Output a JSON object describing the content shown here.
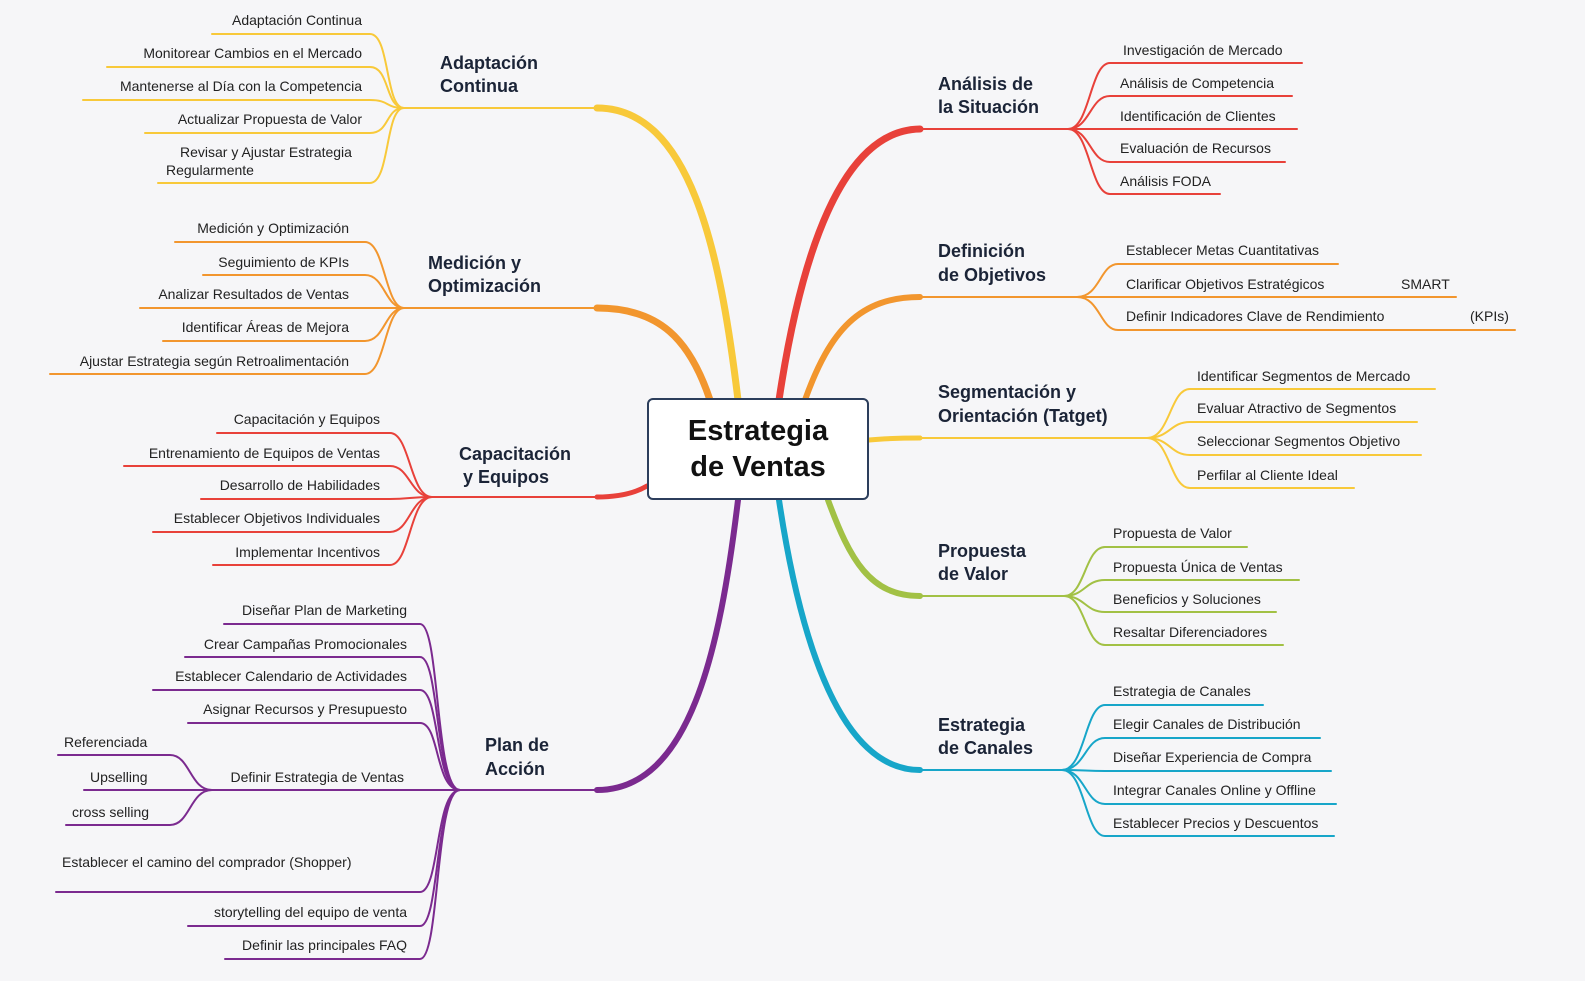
{
  "center": {
    "line1": "Estrategia",
    "line2": "de Ventas"
  },
  "colors": {
    "analisis": "#e8413a",
    "objetivos": "#f2962e",
    "segmentacion": "#f8c93a",
    "propuesta": "#a2c145",
    "canales": "#17a6c9",
    "plan": "#7b2a8f",
    "capacitacion": "#e8413a",
    "medicion": "#f2962e",
    "adaptacion": "#f8c93a"
  },
  "branches": {
    "analisis": {
      "title1": "Análisis de",
      "title2": "la Situación",
      "items": [
        "Investigación de Mercado",
        "Análisis de Competencia",
        "Identificación de Clientes",
        "Evaluación de Recursos",
        "Análisis FODA"
      ]
    },
    "objetivos": {
      "title1": "Definición",
      "title2": "de Objetivos",
      "items": [
        "Establecer Metas Cuantitativas",
        "Clarificar Objetivos Estratégicos",
        "Definir Indicadores Clave de Rendimiento"
      ],
      "sub": [
        "SMART",
        "(KPIs)"
      ]
    },
    "segmentacion": {
      "title1": "Segmentación y",
      "title2": "Orientación (Tatget)",
      "items": [
        "Identificar Segmentos de Mercado",
        "Evaluar Atractivo de Segmentos",
        "Seleccionar Segmentos Objetivo",
        "Perfilar al Cliente Ideal"
      ]
    },
    "propuesta": {
      "title1": "Propuesta",
      "title2": "de Valor",
      "items": [
        "Propuesta de Valor",
        "Propuesta Única de Ventas",
        "Beneficios y Soluciones",
        "Resaltar Diferenciadores"
      ]
    },
    "canales": {
      "title1": "Estrategia",
      "title2": "de Canales",
      "items": [
        "Estrategia de Canales",
        "Elegir Canales de Distribución",
        "Diseñar Experiencia de Compra",
        "Integrar Canales Online y Offline",
        "Establecer Precios y Descuentos"
      ]
    },
    "adaptacion": {
      "title1": "Adaptación",
      "title2": "Continua",
      "items": [
        "Adaptación Continua",
        "Monitorear Cambios en el Mercado",
        "Mantenerse al Día con la Competencia",
        "Actualizar Propuesta de Valor",
        "Revisar y Ajustar Estrategia",
        "Regularmente"
      ]
    },
    "medicion": {
      "title1": "Medición y",
      "title2": "Optimización",
      "items": [
        "Medición y Optimización",
        "Seguimiento de KPIs",
        "Analizar Resultados de Ventas",
        "Identificar Áreas de Mejora",
        "Ajustar Estrategia según Retroalimentación"
      ]
    },
    "capacitacion": {
      "title1": "Capacitación",
      "title2": "y Equipos",
      "items": [
        "Capacitación y Equipos",
        "Entrenamiento de Equipos de Ventas",
        "Desarrollo de Habilidades",
        "Establecer Objetivos Individuales",
        "Implementar Incentivos"
      ]
    },
    "plan": {
      "title1": "Plan de",
      "title2": "Acción",
      "items": [
        "Diseñar Plan de Marketing",
        "Crear Campañas Promocionales",
        "Establecer Calendario de Actividades",
        "Asignar Recursos y Presupuesto",
        "Definir Estrategia de Ventas",
        "Establecer el camino del comprador (Shopper)",
        "storytelling del equipo de venta",
        "Definir las principales FAQ"
      ],
      "sub": [
        "Referenciada",
        "Upselling",
        "cross selling"
      ]
    }
  }
}
